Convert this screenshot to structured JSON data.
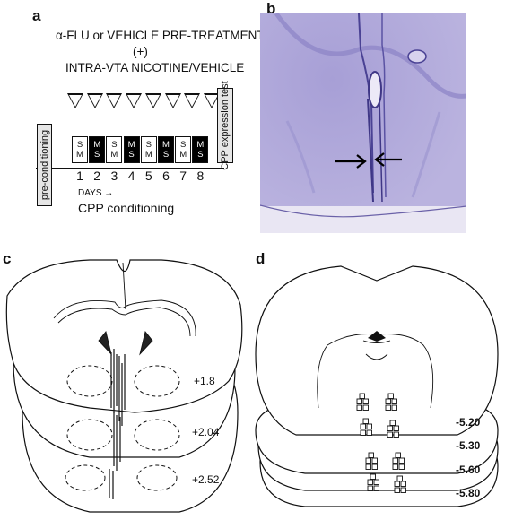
{
  "panels": {
    "a": "a",
    "b": "b",
    "c": "c",
    "d": "d"
  },
  "panel_a": {
    "title_line1": "α-FLU or VEHICLE PRE-TREATMENT",
    "title_line2": "(+)",
    "title_line3": "INTRA-VTA NICOTINE/VEHICLE",
    "triangle_count": 8,
    "pre_conditioning": "pre-conditioning",
    "expression_test": "CPP expression test",
    "days": [
      {
        "num": "1",
        "top": "S",
        "bottom": "M",
        "style": "white"
      },
      {
        "num": "2",
        "top": "M",
        "bottom": "S",
        "style": "black"
      },
      {
        "num": "3",
        "top": "S",
        "bottom": "M",
        "style": "white"
      },
      {
        "num": "4",
        "top": "M",
        "bottom": "S",
        "style": "black"
      },
      {
        "num": "5",
        "top": "S",
        "bottom": "M",
        "style": "white"
      },
      {
        "num": "6",
        "top": "M",
        "bottom": "S",
        "style": "black"
      },
      {
        "num": "7",
        "top": "S",
        "bottom": "M",
        "style": "white"
      },
      {
        "num": "8",
        "top": "M",
        "bottom": "S",
        "style": "black"
      }
    ],
    "days_label": "DAYS →",
    "caption": "CPP conditioning"
  },
  "panel_c": {
    "levels": [
      "+1.8",
      "+2.04",
      "+2.52"
    ]
  },
  "panel_d": {
    "levels": [
      "-5.20",
      "-5.30",
      "-5.60",
      "-5.80"
    ]
  },
  "colors": {
    "stain": "#b2a9d9",
    "stain_dark": "#4a4294"
  }
}
